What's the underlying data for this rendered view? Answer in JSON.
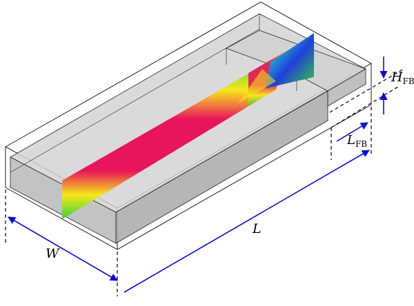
{
  "labels": {
    "width": "W",
    "length": "L",
    "fb_height_main": "H",
    "fb_height_sub": "FB",
    "fb_length_main": "L",
    "fb_length_sub": "FB"
  },
  "colors": {
    "box_fill": "#c8c8c8",
    "box_edge": "#1a1a1a",
    "dimension_arrow": "#0b0bd8",
    "field_high": "#e8145c",
    "field_mid": "#ffd200",
    "field_low": "#36d23a",
    "field_min": "#1f3fd8"
  }
}
